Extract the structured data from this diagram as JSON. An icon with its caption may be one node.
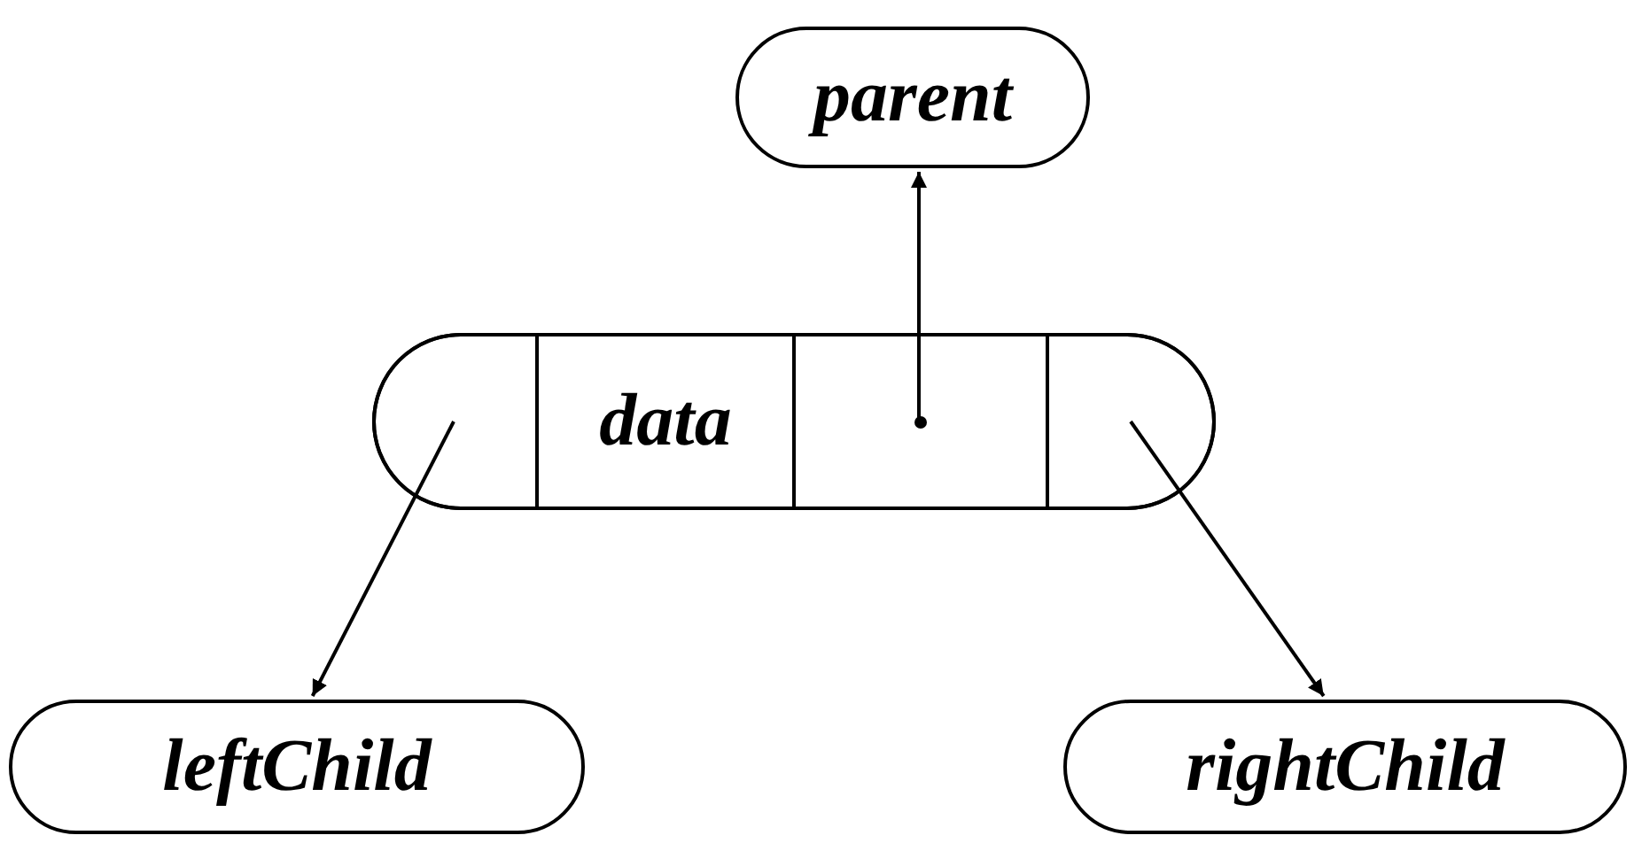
{
  "diagram": {
    "nodes": [
      {
        "text": [
          "parent"
        ]
      },
      {
        "text": [],
        "shape": "stadium"
      },
      {
        "text": [],
        "shape": "box",
        "in": 1
      },
      {
        "text": [
          "data"
        ],
        "in": 1
      },
      {
        "text": [],
        "shape": "box",
        "in": 1
      },
      {
        "text": [],
        "shape": "box",
        "in": 1
      },
      {
        "text": [
          "leftChild"
        ]
      },
      {
        "text": [
          "rightChild"
        ]
      }
    ],
    "edges": [
      {
        "from": 4,
        "to": 0,
        "arrow": "to"
      },
      {
        "from": 2,
        "to": 6,
        "arrow": "to"
      },
      {
        "from": 5,
        "to": 7,
        "arrow": "to"
      }
    ]
  }
}
